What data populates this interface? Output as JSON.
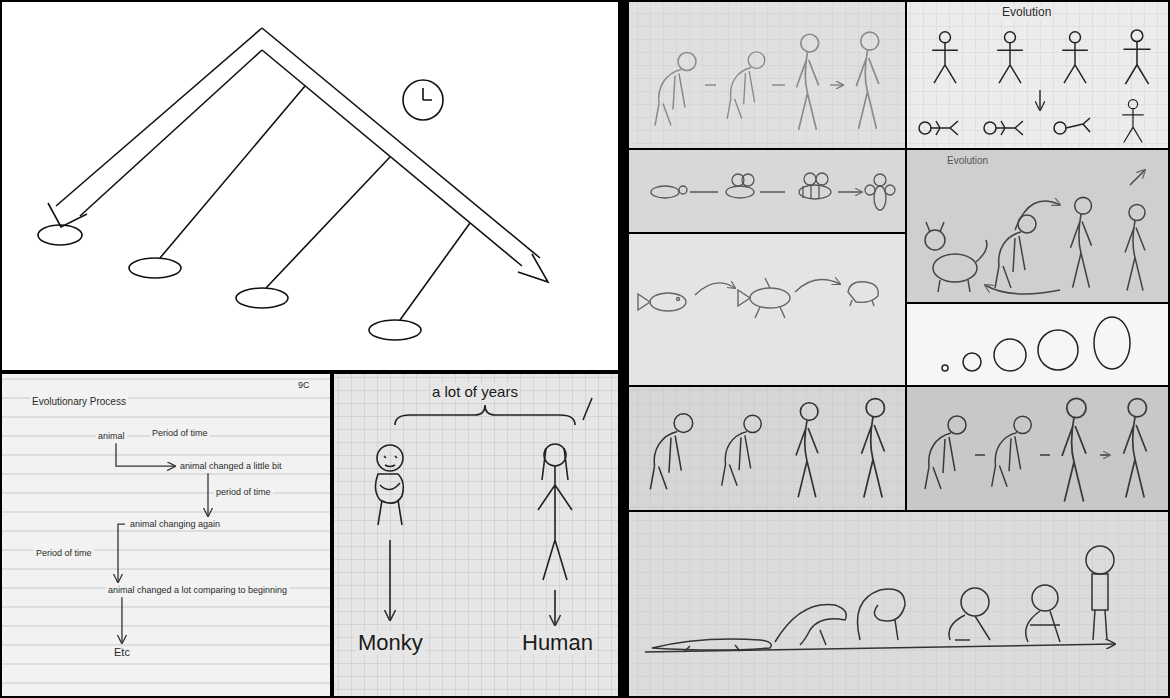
{
  "diagram": {
    "nodes": [
      {
        "text": [
          "animal"
        ]
      },
      {
        "text": [
          "animal changed a little bit"
        ]
      },
      {
        "text": [
          "animal changing again"
        ]
      },
      {
        "text": [
          "animal changed a lot comparing to beginning"
        ]
      },
      {
        "text": [
          "Etc"
        ]
      }
    ],
    "edges": [
      {
        "from": 0,
        "to": 1,
        "arrow": "to",
        "label": "Period of time"
      },
      {
        "from": 1,
        "to": 2,
        "arrow": "to",
        "label": "period of time"
      },
      {
        "from": 2,
        "to": 3,
        "arrow": "to",
        "label": "Period of time"
      },
      {
        "from": 3,
        "to": 4,
        "arrow": "to"
      }
    ],
    "labels": [
      "Evolutionary Process",
      "9C",
      "a lot of years",
      "Monky",
      "Human",
      "Evolution",
      "Evolution"
    ]
  }
}
